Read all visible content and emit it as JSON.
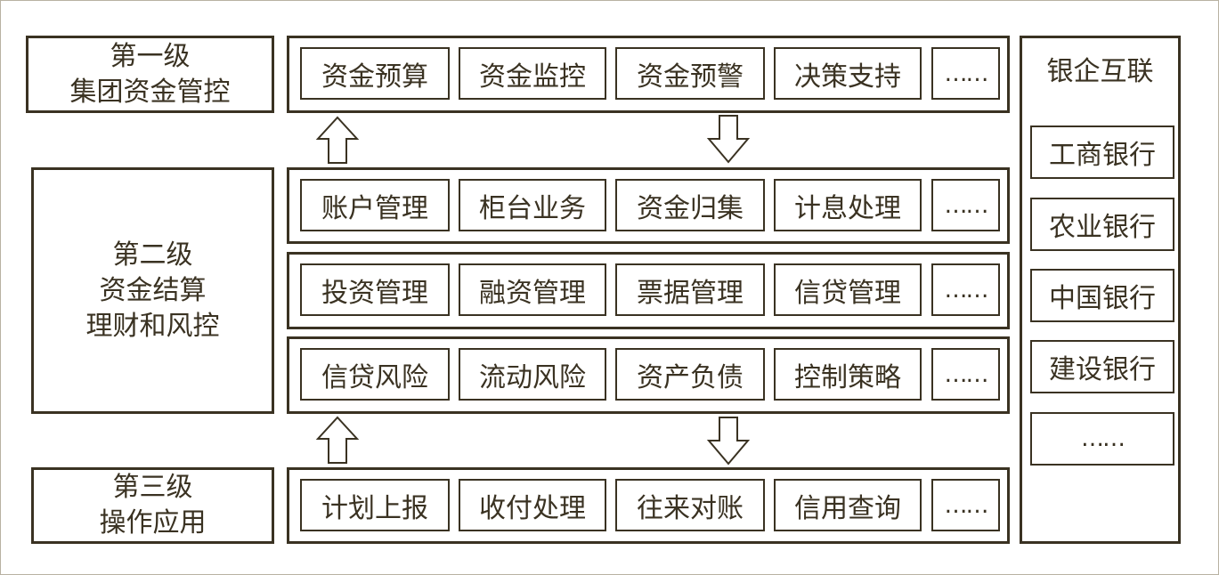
{
  "levels": {
    "level1": {
      "line1": "第一级",
      "line2": "集团资金管控"
    },
    "level2": {
      "line1": "第二级",
      "line2": "资金结算",
      "line3": "理财和风控"
    },
    "level3": {
      "line1": "第三级",
      "line2": "操作应用"
    }
  },
  "bands": [
    {
      "cells": [
        "资金预算",
        "资金监控",
        "资金预警",
        "决策支持",
        "……"
      ]
    },
    {
      "cells": [
        "账户管理",
        "柜台业务",
        "资金归集",
        "计息处理",
        "……"
      ]
    },
    {
      "cells": [
        "投资管理",
        "融资管理",
        "票据管理",
        "信贷管理",
        "……"
      ]
    },
    {
      "cells": [
        "信贷风险",
        "流动风险",
        "资产负债",
        "控制策略",
        "……"
      ]
    },
    {
      "cells": [
        "计划上报",
        "收付处理",
        "往来对账",
        "信用查询",
        "……"
      ]
    }
  ],
  "banks": {
    "title": "银企互联",
    "items": [
      "工商银行",
      "农业银行",
      "中国银行",
      "建设银行",
      "……"
    ]
  },
  "arrows": [
    {
      "name": "up-arrow-icon",
      "direction": "up"
    },
    {
      "name": "down-arrow-icon",
      "direction": "down"
    },
    {
      "name": "up-arrow-icon",
      "direction": "up"
    },
    {
      "name": "down-arrow-icon",
      "direction": "down"
    }
  ],
  "colors": {
    "stroke": "#3a3222",
    "background": "#ffffff"
  }
}
